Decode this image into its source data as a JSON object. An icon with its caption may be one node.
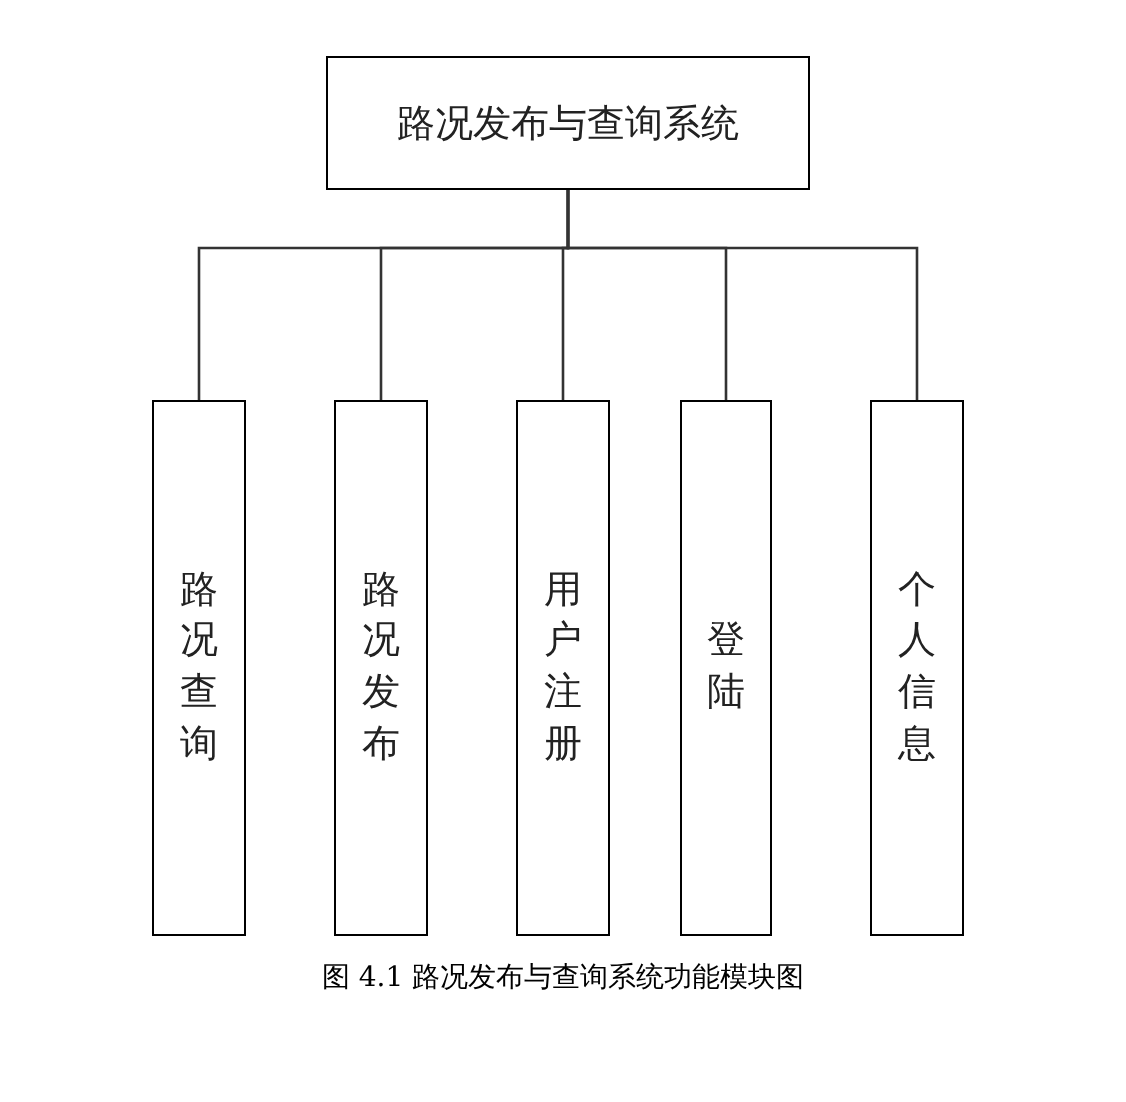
{
  "diagram": {
    "caption": "图 4.1 路况发布与查询系统功能模块图",
    "nodes": [
      {
        "text": [
          "路况发布与查询系统"
        ]
      },
      {
        "text": [
          "路况查询"
        ]
      },
      {
        "text": [
          "路况发布"
        ]
      },
      {
        "text": [
          "用户注册"
        ]
      },
      {
        "text": [
          "登陆"
        ]
      },
      {
        "text": [
          "个人信息"
        ]
      }
    ],
    "edges": [
      {
        "from": 0,
        "to": 1,
        "arrow": "none"
      },
      {
        "from": 0,
        "to": 2,
        "arrow": "none"
      },
      {
        "from": 0,
        "to": 3,
        "arrow": "none"
      },
      {
        "from": 0,
        "to": 4,
        "arrow": "none"
      },
      {
        "from": 0,
        "to": 5,
        "arrow": "none"
      }
    ]
  }
}
